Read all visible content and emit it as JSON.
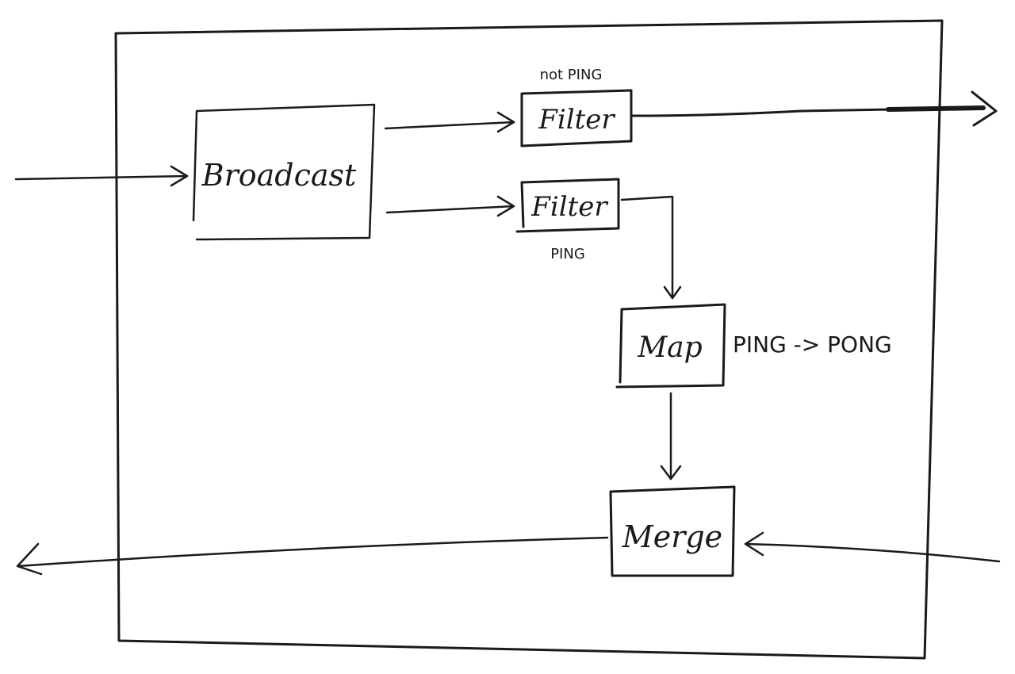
{
  "diagram": {
    "nodes": {
      "broadcast": {
        "label": "Broadcast"
      },
      "filter_top": {
        "label": "Filter",
        "note": "not PING"
      },
      "filter_bottom": {
        "label": "Filter",
        "note": "PING"
      },
      "map": {
        "label": "Map",
        "note": "PING -> PONG"
      },
      "merge": {
        "label": "Merge"
      }
    },
    "colors": {
      "ink": "#1a1a1a",
      "background": "#ffffff"
    }
  }
}
